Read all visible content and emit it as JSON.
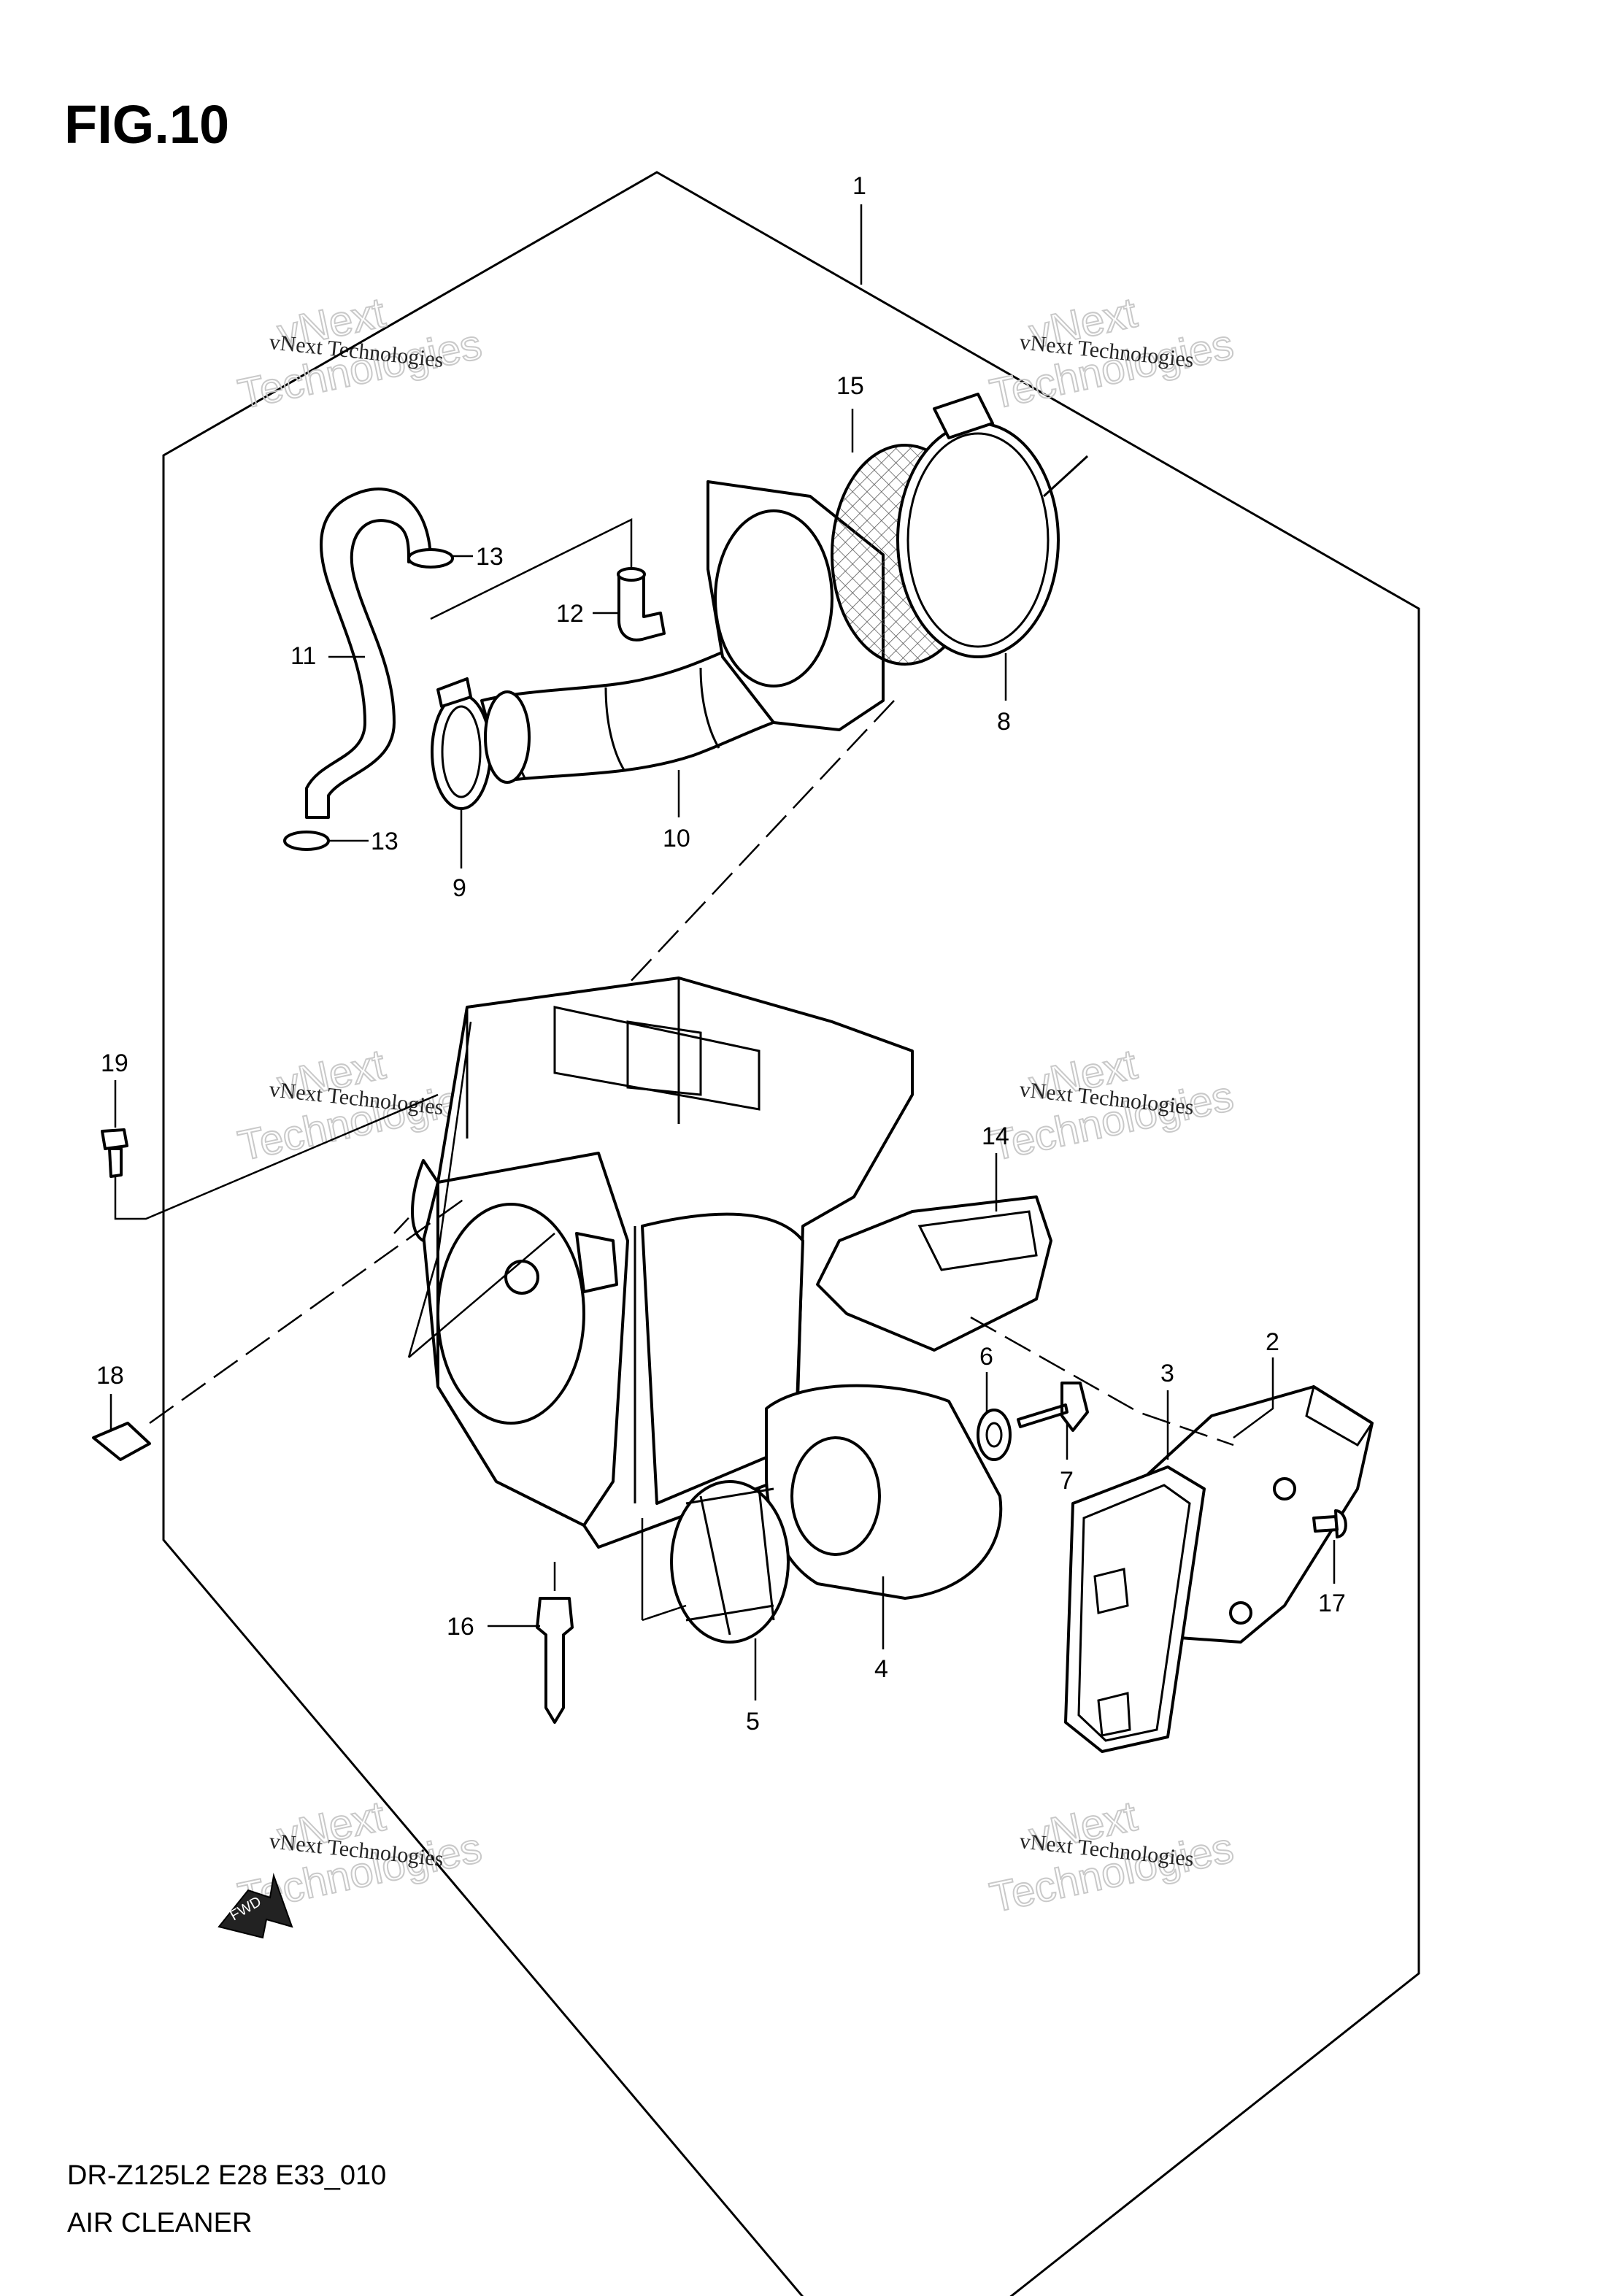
{
  "figure": {
    "title": "FIG.10",
    "model_code": "DR-Z125L2 E28 E33_010",
    "assembly_name": "AIR CLEANER",
    "front_arrow_label": "FWD"
  },
  "watermark": {
    "line1": "vNext Technologies",
    "line2": "vNext",
    "line3": "Technologies"
  },
  "callouts": {
    "c1": "1",
    "c2": "2",
    "c3": "3",
    "c4": "4",
    "c5": "5",
    "c6": "6",
    "c7": "7",
    "c8": "8",
    "c9": "9",
    "c10": "10",
    "c11": "11",
    "c12": "12",
    "c13a": "13",
    "c13b": "13",
    "c14": "14",
    "c15": "15",
    "c16": "16",
    "c17": "17",
    "c18": "18",
    "c19": "19"
  }
}
